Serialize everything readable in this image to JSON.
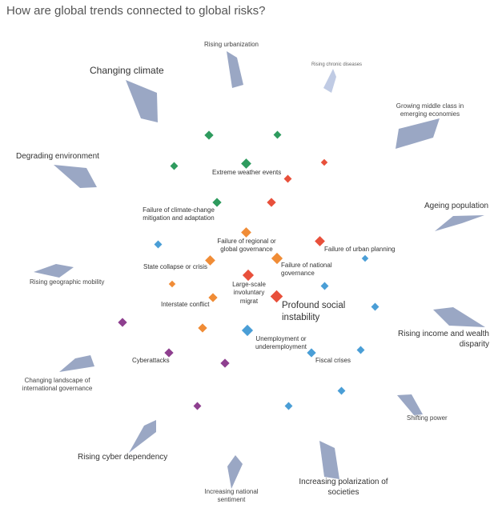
{
  "title": "How are global trends connected to global risks?",
  "colors": {
    "trend": "#9aa7c4",
    "environmental": "#2e9b5e",
    "societal": "#e8503b",
    "geopolitical": "#f08c36",
    "economic": "#4a9ed6",
    "technological": "#8e3f8f"
  },
  "trends": [
    {
      "name": "trend-rising-urbanization",
      "label": "Rising urbanization"
    },
    {
      "name": "trend-rising-chronic-diseases",
      "label": "Rising chronic diseases"
    },
    {
      "name": "trend-changing-climate",
      "label": "Changing climate"
    },
    {
      "name": "trend-growing-middle-class",
      "label": "Growing middle class in emerging economies"
    },
    {
      "name": "trend-degrading-environment",
      "label": "Degrading environment"
    },
    {
      "name": "trend-ageing-population",
      "label": "Ageing population"
    },
    {
      "name": "trend-rising-geographic-mobility",
      "label": "Rising geographic mobility"
    },
    {
      "name": "trend-rising-income-wealth-disparity",
      "label": "Rising income and wealth disparity"
    },
    {
      "name": "trend-changing-landscape-governance",
      "label": "Changing landscape of international governance"
    },
    {
      "name": "trend-shifting-power",
      "label": "Shifting power"
    },
    {
      "name": "trend-rising-cyber-dependency",
      "label": "Rising cyber dependency"
    },
    {
      "name": "trend-increasing-national-sentiment",
      "label": "Increasing national sentiment"
    },
    {
      "name": "trend-increasing-polarization",
      "label": "Increasing polarization of societies"
    }
  ],
  "risks": [
    {
      "name": "risk-extreme-weather",
      "label": "Extreme weather events"
    },
    {
      "name": "risk-climate-mitigation-failure",
      "label": "Failure of climate-change mitigation and adaptation"
    },
    {
      "name": "risk-regional-governance-failure",
      "label": "Failure of regional or global governance"
    },
    {
      "name": "risk-urban-planning-failure",
      "label": "Failure of urban planning"
    },
    {
      "name": "risk-state-collapse",
      "label": "State collapse or crisis"
    },
    {
      "name": "risk-national-governance-failure",
      "label": "Failure of national governance"
    },
    {
      "name": "risk-involuntary-migration",
      "label": "Large-scale involuntary migrat"
    },
    {
      "name": "risk-profound-social-instability",
      "label": "Profound social instability"
    },
    {
      "name": "risk-interstate-conflict",
      "label": "Interstate conflict"
    },
    {
      "name": "risk-unemployment",
      "label": "Unemployment or underemployment"
    },
    {
      "name": "risk-cyberattacks",
      "label": "Cyberattacks"
    },
    {
      "name": "risk-fiscal-crises",
      "label": "Fiscal crises"
    }
  ]
}
